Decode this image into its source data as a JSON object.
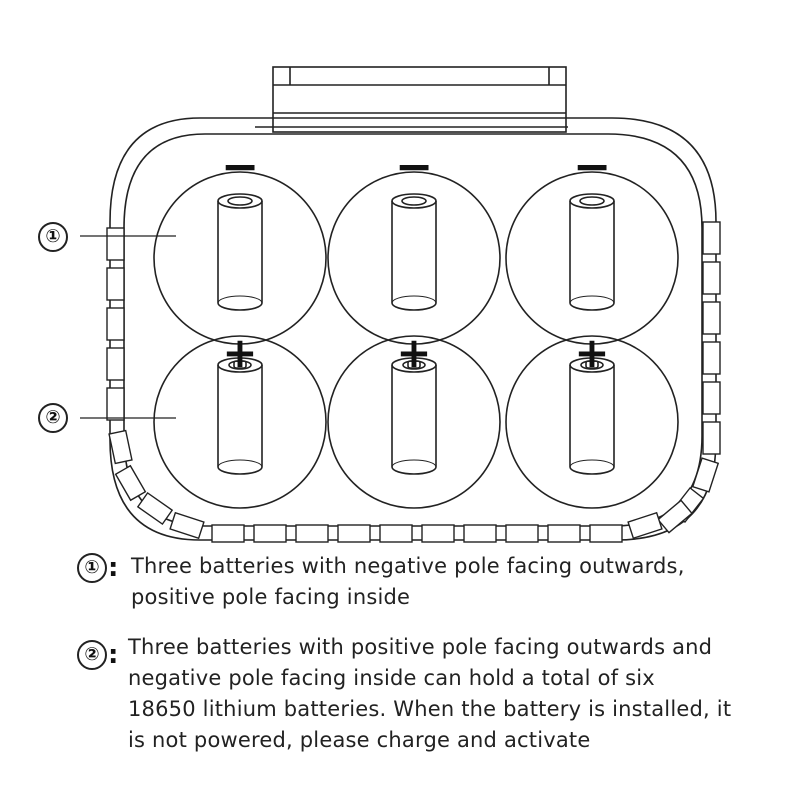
{
  "callouts": [
    {
      "label": "①"
    },
    {
      "label": "②"
    }
  ],
  "rows": [
    {
      "pole_sign": "−"
    },
    {
      "pole_sign": "+"
    }
  ],
  "notes": [
    {
      "marker": "①",
      "separator": ":",
      "lines": [
        "Three batteries with negative pole facing outwards,",
        "positive pole facing inside"
      ]
    },
    {
      "marker": "②",
      "separator": ":",
      "lines": [
        "Three batteries with positive pole facing outwards and",
        "negative pole facing inside can hold a total of six",
        "18650 lithium batteries. When the battery is installed, it",
        "is not powered, please charge and activate"
      ]
    }
  ],
  "colors": {
    "line": "#222222",
    "background": "#ffffff"
  }
}
